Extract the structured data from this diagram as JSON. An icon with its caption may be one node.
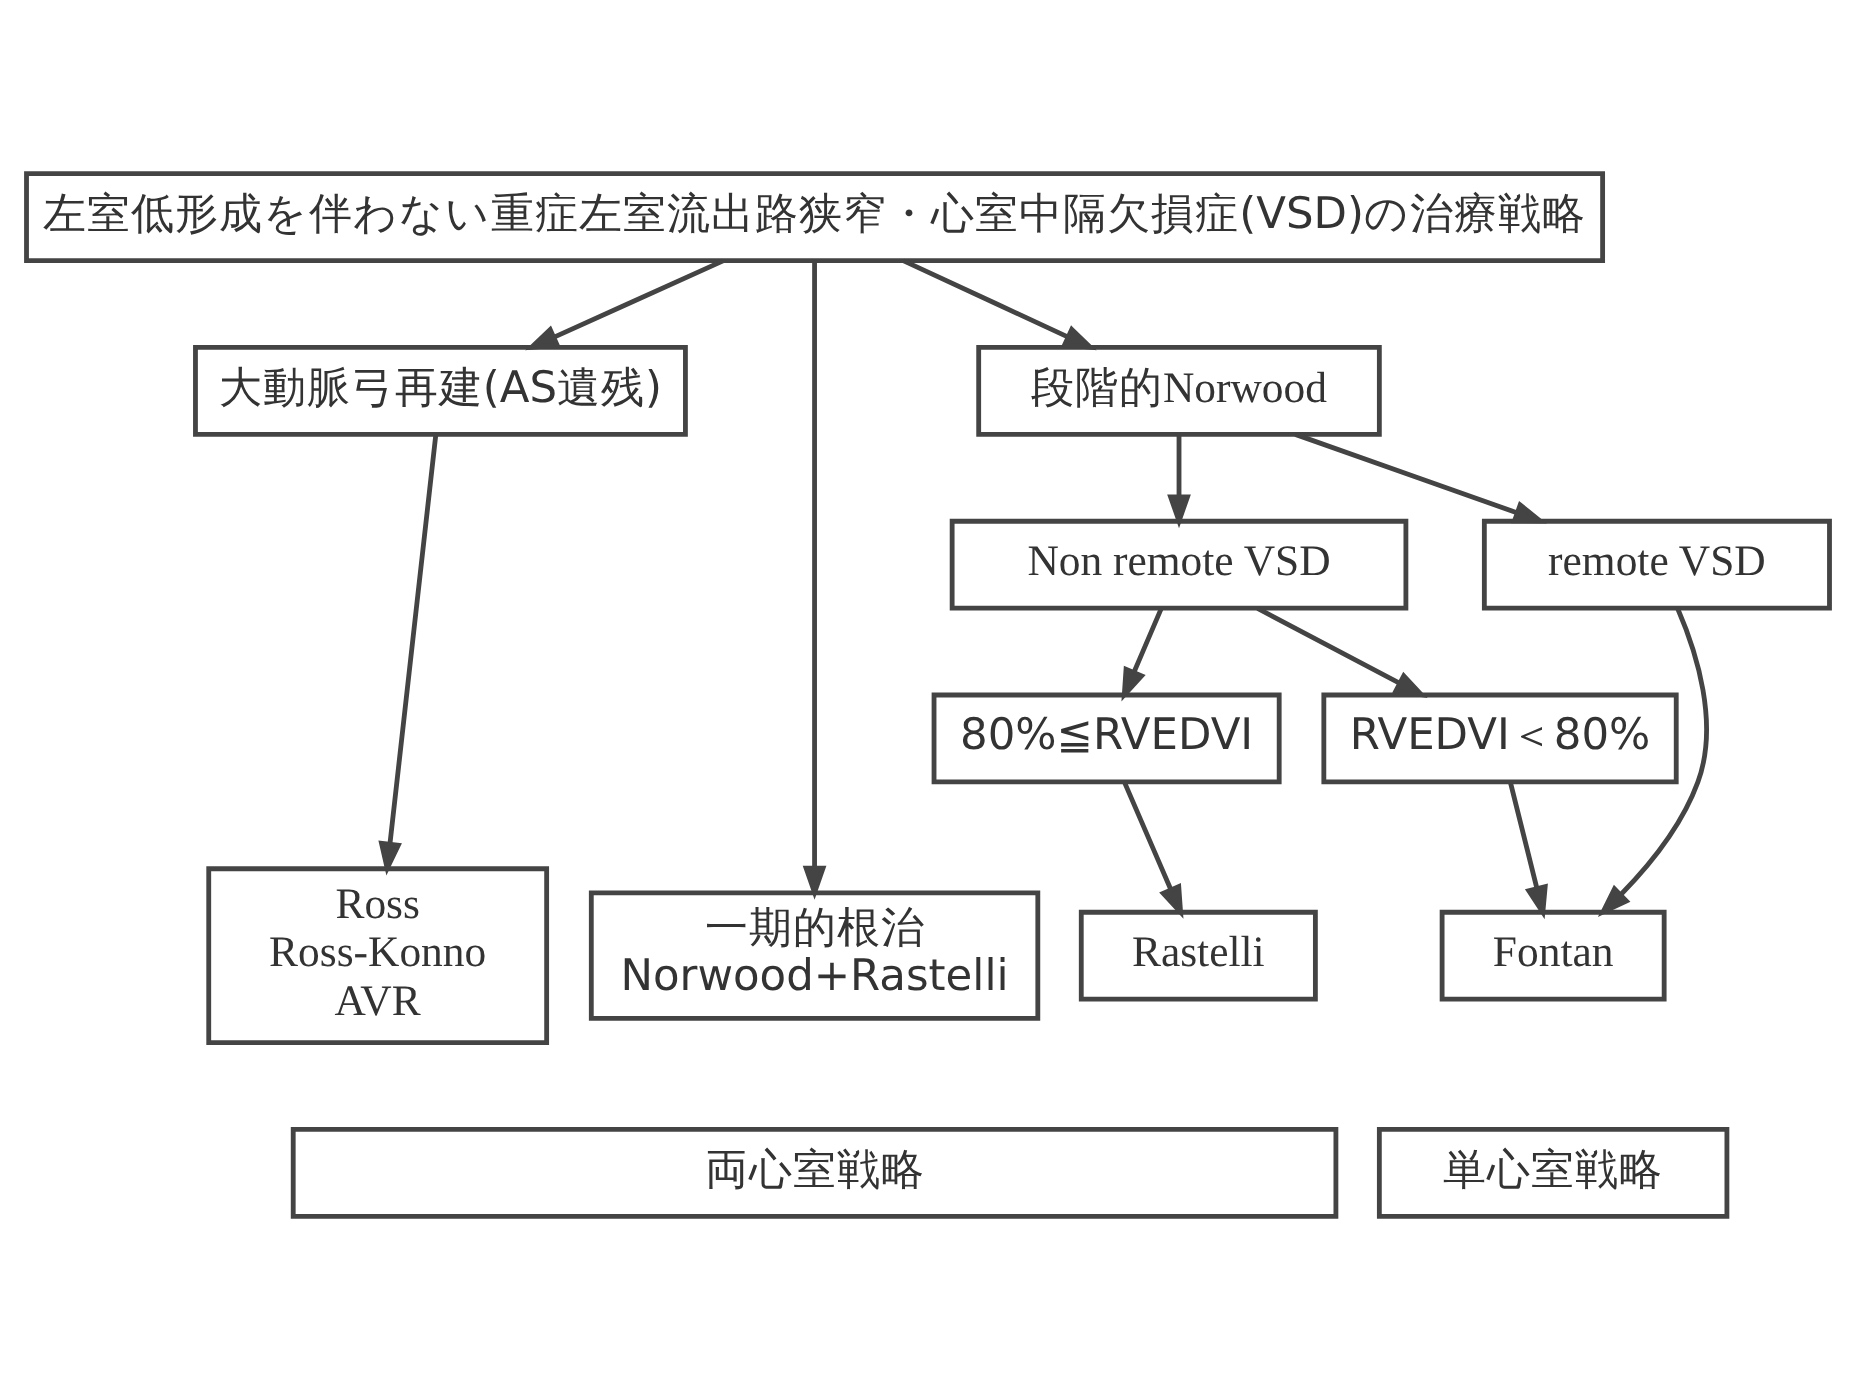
{
  "diagram": {
    "nodes": [
      {
        "text": [
          "左室低形成を伴わない重症左室流出路狭窄・心室中隔欠損症(VSD)の治療戦略"
        ]
      },
      {
        "text": [
          "大動脈弓再建(AS遺残)"
        ]
      },
      {
        "text": [
          "段階的Norwood"
        ]
      },
      {
        "text": [
          "Non remote VSD"
        ]
      },
      {
        "text": [
          "remote VSD"
        ]
      },
      {
        "text": [
          "80%≦RVEDVI"
        ]
      },
      {
        "text": [
          "RVEDVI＜80%"
        ]
      },
      {
        "text": [
          "Ross",
          "Ross-Konno",
          "AVR"
        ]
      },
      {
        "text": [
          "一期的根治",
          "Norwood+Rastelli"
        ]
      },
      {
        "text": [
          "Rastelli"
        ]
      },
      {
        "text": [
          "Fontan"
        ]
      },
      {
        "text": [
          "両心室戦略"
        ]
      },
      {
        "text": [
          "単心室戦略"
        ]
      }
    ],
    "edges": [
      {
        "from": 0,
        "to": 1,
        "arrow": "to"
      },
      {
        "from": 0,
        "to": 8,
        "arrow": "to"
      },
      {
        "from": 0,
        "to": 2,
        "arrow": "to"
      },
      {
        "from": 2,
        "to": 3,
        "arrow": "to"
      },
      {
        "from": 2,
        "to": 4,
        "arrow": "to"
      },
      {
        "from": 1,
        "to": 7,
        "arrow": "to"
      },
      {
        "from": 3,
        "to": 5,
        "arrow": "to"
      },
      {
        "from": 3,
        "to": 6,
        "arrow": "to"
      },
      {
        "from": 5,
        "to": 9,
        "arrow": "to"
      },
      {
        "from": 6,
        "to": 10,
        "arrow": "to"
      },
      {
        "from": 4,
        "to": 10,
        "arrow": "to"
      }
    ]
  }
}
